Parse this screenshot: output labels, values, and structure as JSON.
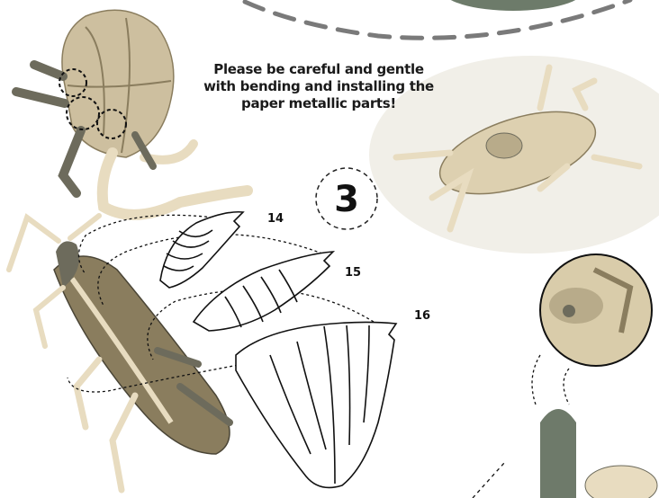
{
  "instruction": {
    "caution_text": "Please be careful and gentle with bending and installing the paper metallic parts!",
    "step_number": "3"
  },
  "parts": [
    {
      "label": "14"
    },
    {
      "label": "15"
    },
    {
      "label": "16"
    }
  ],
  "colors": {
    "body_light": "#e8dcc0",
    "body_dark": "#8a7d5e",
    "leg_dark": "#6d6b5c",
    "accent_green": "#6e7a6a",
    "outline": "#222222"
  }
}
